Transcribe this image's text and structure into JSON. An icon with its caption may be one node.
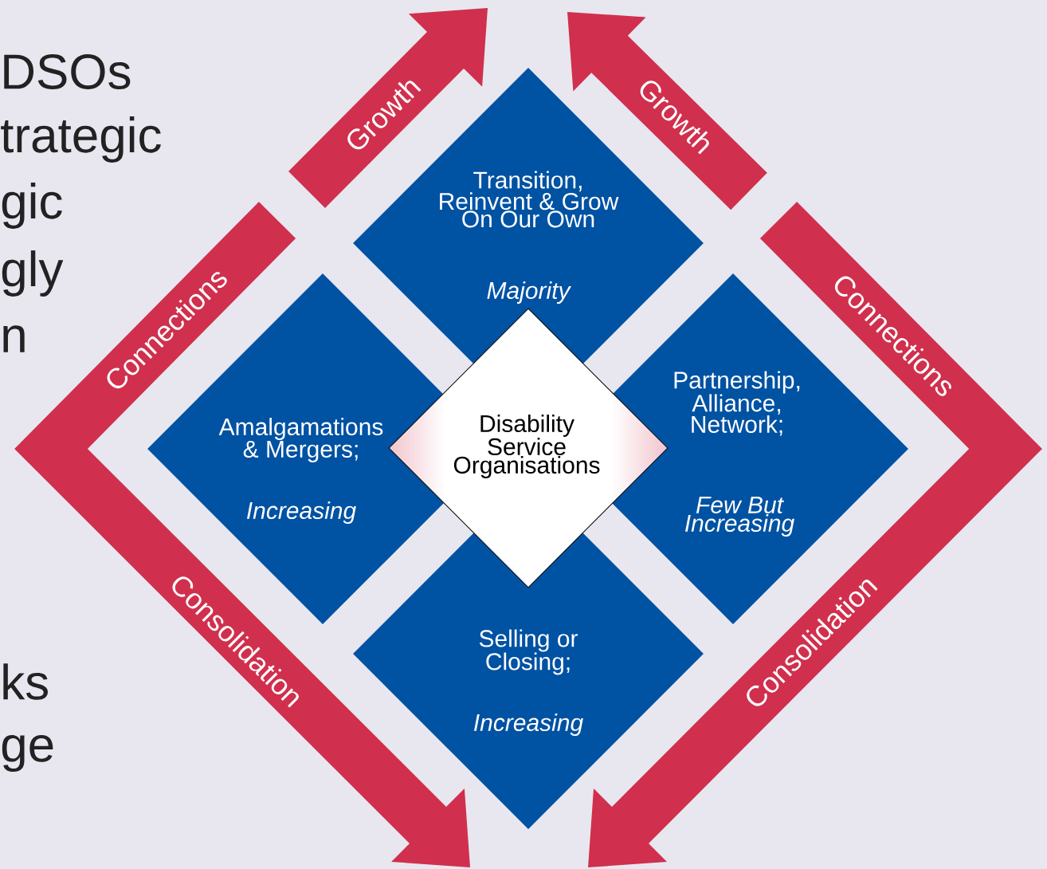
{
  "diagram": {
    "nodes": [
      {
        "text": [
          "Transition, Reinvent & Grow On Our Own",
          "Majority"
        ]
      },
      {
        "text": [
          "Amalgamations & Mergers;",
          "Increasing"
        ]
      },
      {
        "text": [
          "Disability Service Organisations"
        ]
      },
      {
        "text": [
          "Partnership, Alliance, Network;",
          "Few But Increasing"
        ]
      },
      {
        "text": [
          "Selling or Closing;",
          "Increasing"
        ]
      }
    ],
    "labels": [
      "DSOs",
      "trategic",
      "gic",
      "gly",
      "n",
      "ks",
      "ge",
      "Growth",
      "Growth",
      "Connections",
      "Connections",
      "Consolidation",
      "Consolidation"
    ]
  }
}
